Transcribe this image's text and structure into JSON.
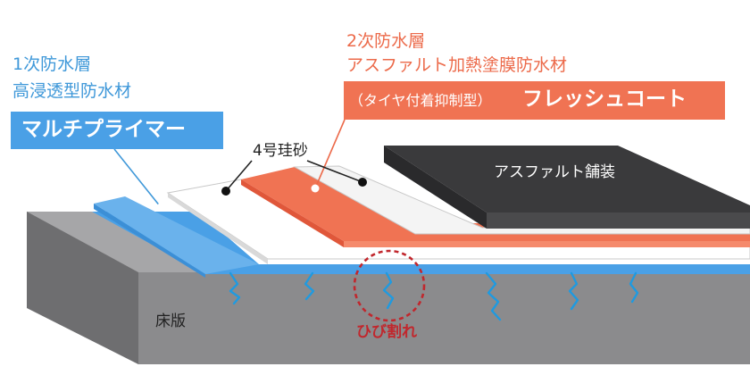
{
  "colors": {
    "primer_blue": "#4aa0e6",
    "coat_orange": "#f07353",
    "asphalt_dark": "#3a3a3c",
    "slab_gray": "#8b8b8d",
    "crack_blue": "#1f9ae0",
    "crack_marker_red": "#c1272d"
  },
  "labels": {
    "primer": {
      "line1": "1次防水層",
      "line2": "高浸透型防水材",
      "name": "マルチプライマー"
    },
    "coating": {
      "line1": "2次防水層",
      "line2": "アスファルト加熱塗膜防水材",
      "type_note": "（タイヤ付着抑制型）",
      "name": "フレッシュコート"
    },
    "silica_sand": "4号珪砂",
    "asphalt_pavement": "アスファルト舗装",
    "floor_slab": "床版",
    "crack": "ひび割れ"
  }
}
